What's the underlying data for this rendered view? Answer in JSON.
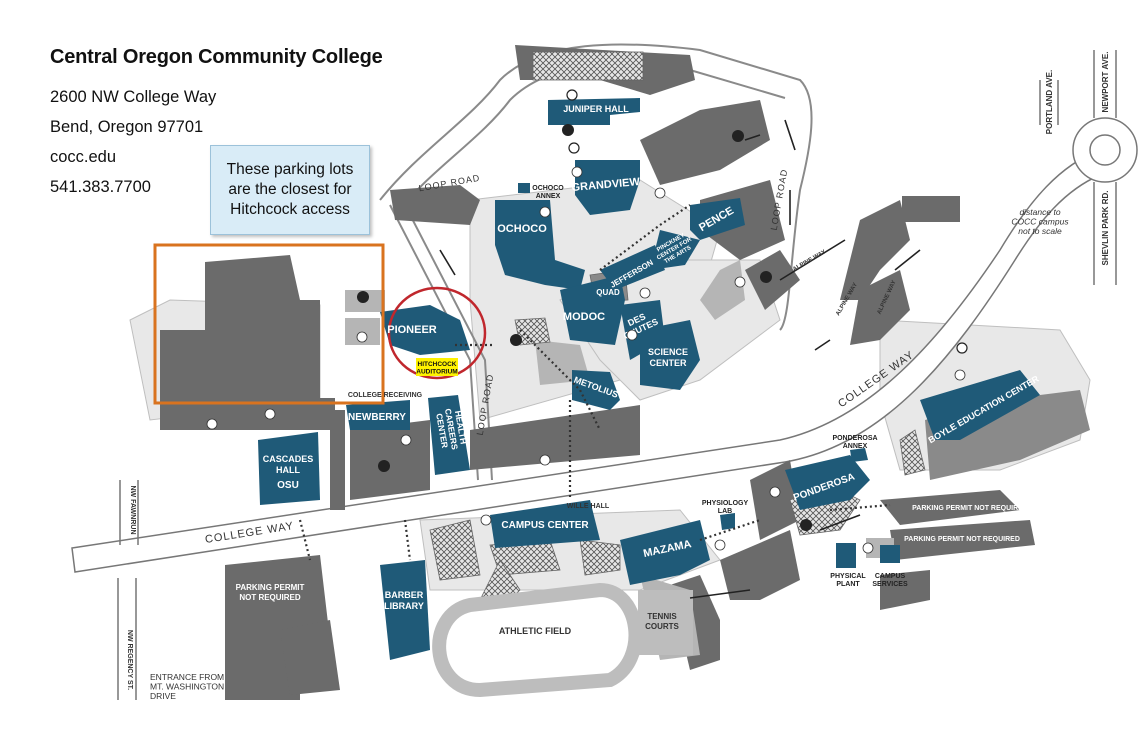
{
  "header": {
    "title": "Central Oregon Community College",
    "address_line1": "2600 NW College Way",
    "address_line2": "Bend, Oregon 97701",
    "website": "cocc.edu",
    "phone": "541.383.7700"
  },
  "callout": {
    "text": "These parking lots\nare the closest for\nHitchcock access"
  },
  "buildings": {
    "juniper_hall": "JUNIPER HALL",
    "grandview": "GRANDVIEW",
    "ochoco_annex": "OCHOCO\nANNEX",
    "ochoco": "OCHOCO",
    "pence": "PENCE",
    "pinckney": "PINCKNEY\nCENTER FOR\nTHE ARTS",
    "jefferson": "JEFFERSON",
    "quad": "QUAD",
    "modoc": "MODOC",
    "deschutes": "DES\nCHUTES",
    "science_center": "SCIENCE\nCENTER",
    "pioneer": "PIONEER",
    "hitchcock": "HITCHCOCK\nAUDITORIUM",
    "metolius": "METOLIUS",
    "newberry": "NEWBERRY",
    "health_careers": "HEALTH\nCAREERS\nCENTER",
    "cascades_hall": "CASCADES\nHALL",
    "osu": "OSU",
    "wille_hall": "WILLE HALL",
    "campus_center": "CAMPUS CENTER",
    "physiology_lab": "PHYSIOLOGY\nLAB",
    "ponderosa": "PONDEROSA",
    "ponderosa_annex": "PONDEROSA\nANNEX",
    "boyle": "BOYLE EDUCATION CENTER",
    "mazama": "MAZAMA",
    "physical_plant": "PHYSICAL\nPLANT",
    "campus_services": "CAMPUS\nSERVICES",
    "barber_library": "BARBER\nLIBRARY",
    "athletic_field": "ATHLETIC FIELD",
    "tennis_courts": "TENNIS\nCOURTS"
  },
  "roads": {
    "loop_road": "LOOP ROAD",
    "college_way": "COLLEGE WAY",
    "alpine_way": "ALPINE WAY",
    "portland_ave": "PORTLAND AVE.",
    "newport_ave": "NEWPORT AVE.",
    "shevlin_park_rd": "SHEVLIN PARK RD.",
    "nw_fawnrun": "NW FAWNRUN",
    "nw_regency": "NW REGENCY ST.",
    "college_receiving": "COLLEGE RECEIVING"
  },
  "notes": {
    "distance": "distance to\nCOCC campus\nnot to scale",
    "parking_permit_1": "PARKING PERMIT NOT REQUIRED",
    "parking_permit_2": "PARKING PERMIT NOT REQUIRED",
    "parking_permit_3": "PARKING PERMIT\nNOT REQUIRED",
    "entrance": "ENTRANCE FROM\nMT. WASHINGTON\nDRIVE"
  },
  "colors": {
    "building": "#1f5a78",
    "parking": "#6b6b6b",
    "walkway": "#dcdcdc",
    "highlight_box": "#d9731f",
    "highlight_circle": "#c0272d",
    "hitchcock_label": "#fff200"
  },
  "icons": {
    "accessible": "wheelchair-icon",
    "motorcycle": "motorcycle-parking-icon",
    "visitor": "visitor-parking-icon"
  }
}
